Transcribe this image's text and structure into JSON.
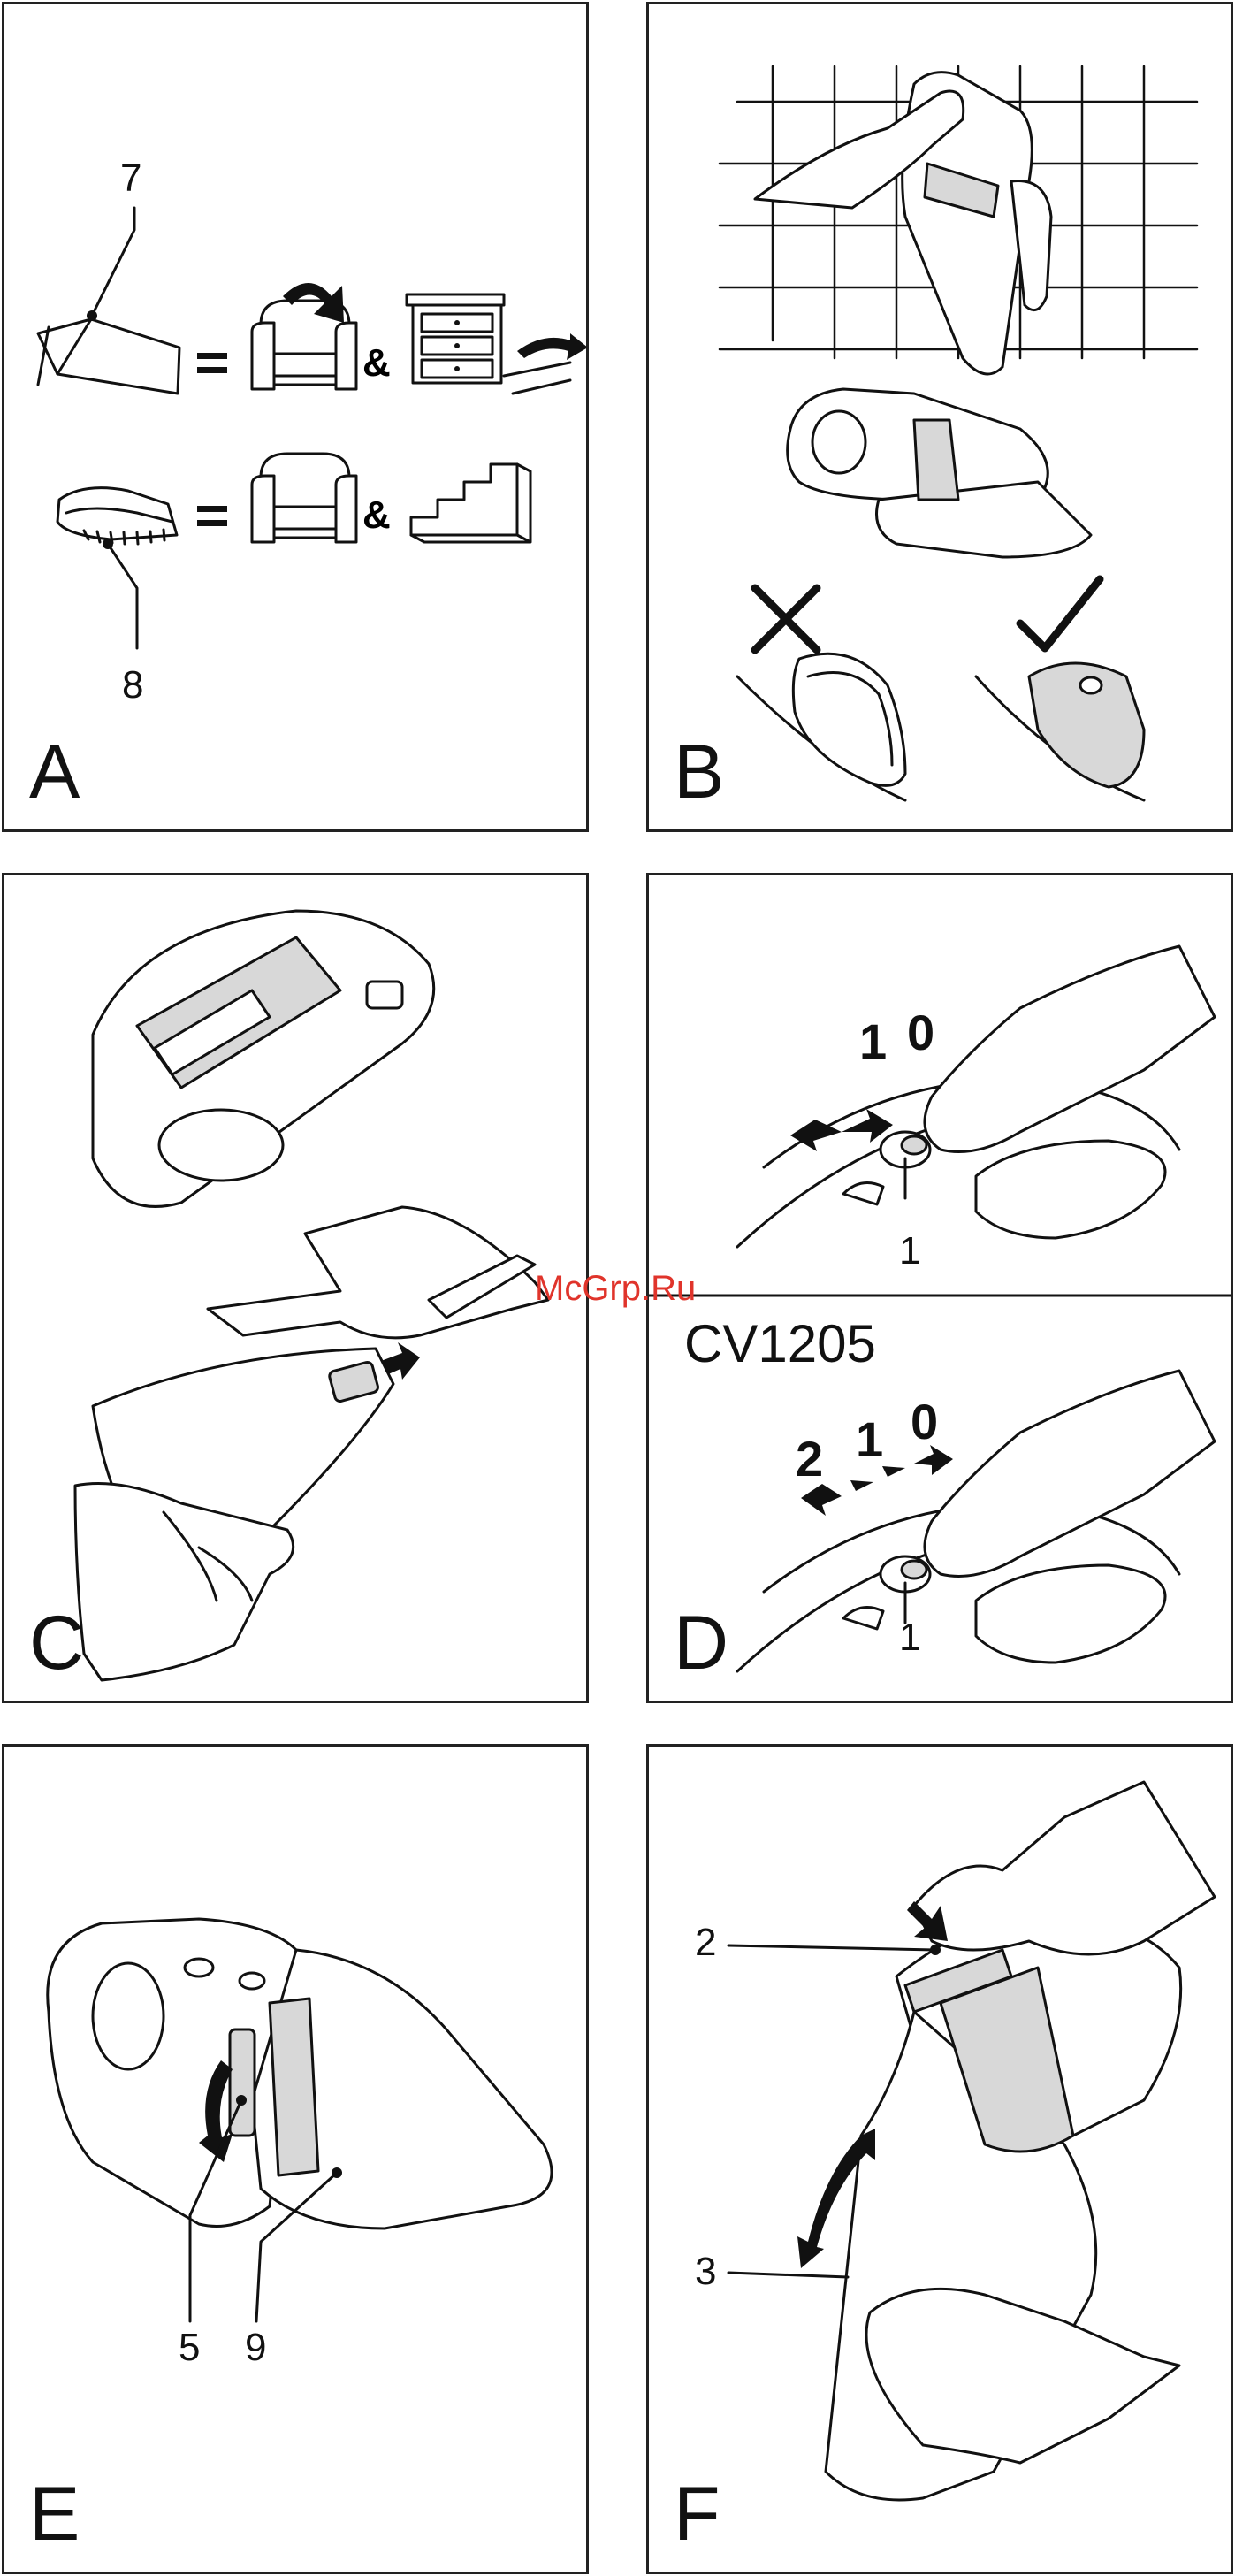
{
  "panels": {
    "a": {
      "letter": "A",
      "label_top": "7",
      "label_bottom": "8",
      "eq": "=",
      "amp": "&"
    },
    "b": {
      "letter": "B"
    },
    "c": {
      "letter": "C"
    },
    "d": {
      "letter": "D",
      "top_left": "1",
      "top_right": "0",
      "top_bottom": "1",
      "model": "CV1205",
      "bot_two": "2",
      "bot_one": "1",
      "bot_zero": "0",
      "bot_bottom": "1"
    },
    "e": {
      "letter": "E",
      "label_five": "5",
      "label_nine": "9"
    },
    "f": {
      "letter": "F",
      "label_two": "2",
      "label_three": "3"
    }
  },
  "watermark": "McGrp.Ru"
}
